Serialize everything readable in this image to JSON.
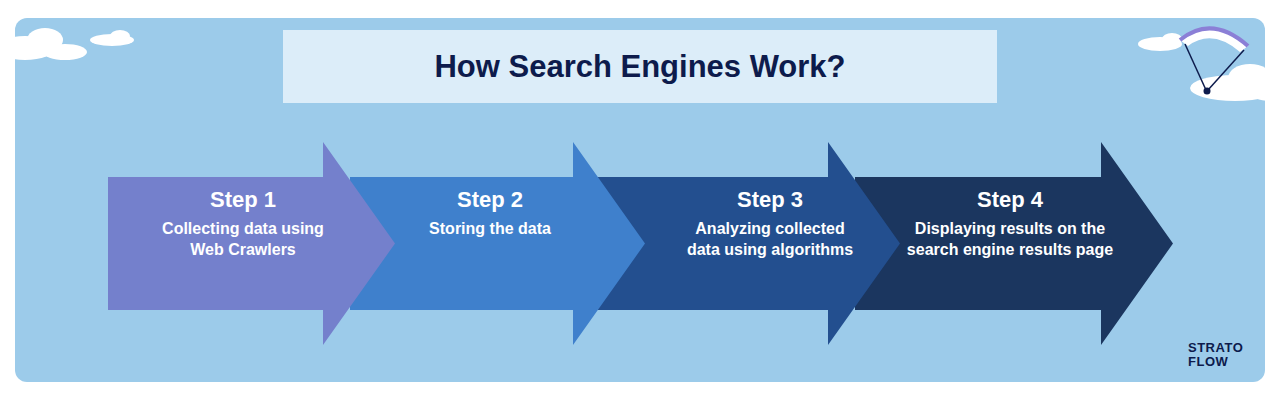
{
  "diagram": {
    "title": "How Search Engines Work?",
    "nodes": [
      {
        "text": [
          "Step 1",
          "Collecting data using Web Crawlers"
        ]
      },
      {
        "text": [
          "Step 2",
          "Storing the data"
        ]
      },
      {
        "text": [
          "Step 3",
          "Analyzing collected data using algorithms"
        ]
      },
      {
        "text": [
          "Step 4",
          "Displaying results on the search engine results page"
        ]
      }
    ],
    "labels": [
      "STRATO FLOW"
    ]
  }
}
